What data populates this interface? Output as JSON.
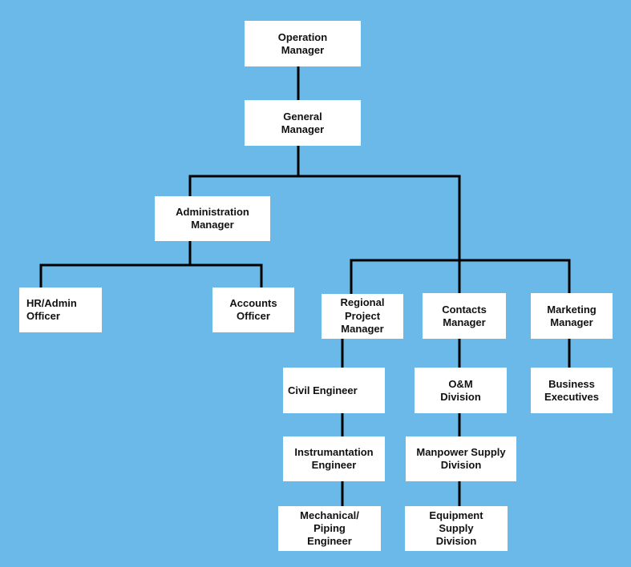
{
  "colors": {
    "background": "#6bb9e8",
    "box": "#ffffff",
    "text": "#111111",
    "line": "#000000"
  },
  "nodes": {
    "operation_manager": "Operation\nManager",
    "general_manager": "General\nManager",
    "administration_manager": "Administration\nManager",
    "hr_admin_officer": "HR/Admin\nOfficer",
    "accounts_officer": "Accounts\nOfficer",
    "regional_project_manager": "Regional\nProject\nManager",
    "contacts_manager": "Contacts\nManager",
    "marketing_manager": "Marketing\nManager",
    "civil_engineer": "Civil Engineer",
    "instrumentation_engineer": "Instrumantation\nEngineer",
    "mechanical_piping_engineer": "Mechanical/\nPiping\nEngineer",
    "om_division": "O&M\nDivision",
    "manpower_supply_division": "Manpower Supply\nDivision",
    "equipment_supply_division": "Equipment\nSupply\nDivision",
    "business_executives": "Business\nExecutives"
  }
}
